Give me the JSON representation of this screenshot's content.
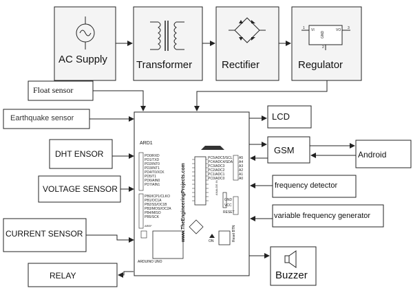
{
  "blocks": {
    "ac_supply": "AC Supply",
    "transformer": "Transformer",
    "rectifier": "Rectifier",
    "regulator": "Regulator",
    "float_sensor": "Float sensor",
    "earthquake_sensor": "Earthquake sensor",
    "dht_sensor": "DHT ENSOR",
    "voltage_sensor": "VOLTAGE SENSOR",
    "current_sensor": "CURRENT SENSOR",
    "relay": "RELAY",
    "lcd": "LCD",
    "gsm": "GSM",
    "android": "Android",
    "frequency_detector": "frequency detector",
    "variable_frequency_generator": "variable frequency generator",
    "buzzer": "Buzzer"
  },
  "regulator_pins": {
    "in": "VI",
    "out": "VO",
    "gnd": "GND",
    "pin1": "1",
    "pin2": "2",
    "pin3": "3"
  },
  "arduino": {
    "ref": "ARD1",
    "watermark": "www.TheEngineeringProjects.com",
    "board_name": "ARDUINO UNO",
    "left_pins_top": [
      "PD0/RXD",
      "PD1/TXD",
      "PD2/INT0",
      "PD3/INT1",
      "PD4/T0/XCK",
      "PD5/T1",
      "PD6/AIN0",
      "PD7/AIN1"
    ],
    "left_pins_bottom": [
      "PB0/ICP1/CLKO",
      "PB1/OC1A",
      "PB2/SS/OC1B",
      "PB3/MOSI/OC2A",
      "PB4/MISO",
      "PB5/SCK"
    ],
    "aref": "AREF",
    "right_pins": [
      "PC5/ADC5/SCL",
      "PC4/ADC4/SDA",
      "PC3/ADC3",
      "PC2/ADC2",
      "PC1/ADC1",
      "PC0/ADC0"
    ],
    "analog_labels": [
      "A5",
      "A4",
      "A3",
      "A2",
      "A1",
      "A0"
    ],
    "power_labels": [
      "GND",
      "VCC",
      "RESET"
    ],
    "on_label": "ON",
    "reset_label": "Reset BTN",
    "analog_in": "ANALOG IN"
  }
}
